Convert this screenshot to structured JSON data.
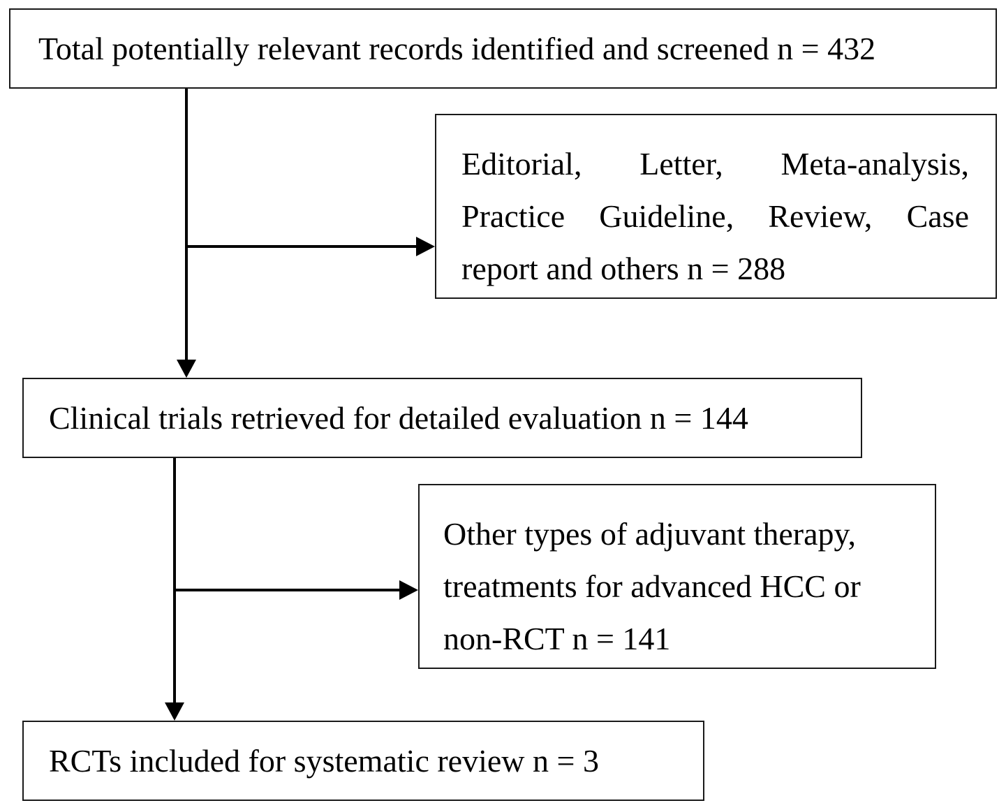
{
  "flowchart": {
    "total_records": {
      "text": "Total potentially relevant records identified and screened n = 432"
    },
    "excluded_first": {
      "lines": [
        "Editorial, Letter, Meta-analysis,",
        "Practice Guideline, Review, Case",
        "report and others n = 288"
      ]
    },
    "clinical_trials": {
      "text": "Clinical trials retrieved for detailed evaluation n = 144"
    },
    "excluded_second": {
      "lines": [
        "Other types of adjuvant therapy,",
        "treatments for advanced HCC or",
        "non-RCT n = 141"
      ]
    },
    "rcts_included": {
      "text": "RCTs included for systematic review n = 3"
    }
  }
}
